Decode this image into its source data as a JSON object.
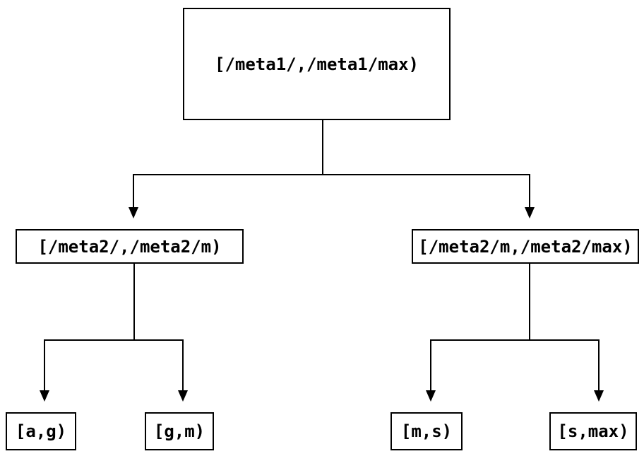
{
  "diagram": {
    "type": "binary-tree",
    "nodes": {
      "root": {
        "label": "[/meta1/,/meta1/max)"
      },
      "left": {
        "label": "[/meta2/,/meta2/m)"
      },
      "right": {
        "label": "[/meta2/m,/meta2/max)"
      },
      "left_left": {
        "label": "[a,g)"
      },
      "left_right": {
        "label": "[g,m)"
      },
      "right_left": {
        "label": "[m,s)"
      },
      "right_right": {
        "label": "[s,max)"
      }
    },
    "edges": [
      {
        "from": "root",
        "to": "left"
      },
      {
        "from": "root",
        "to": "right"
      },
      {
        "from": "left",
        "to": "left_left"
      },
      {
        "from": "left",
        "to": "left_right"
      },
      {
        "from": "right",
        "to": "right_left"
      },
      {
        "from": "right",
        "to": "right_right"
      }
    ],
    "colors": {
      "line": "#000000",
      "box_border": "#000000",
      "box_fill": "#ffffff",
      "text": "#000000",
      "background": "#ffffff"
    }
  }
}
